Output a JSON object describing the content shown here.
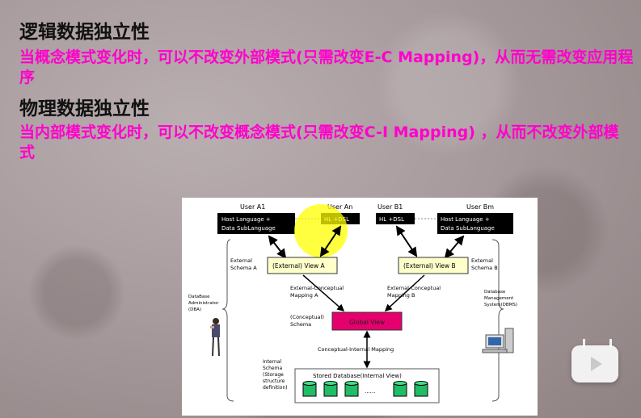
{
  "slide": {
    "heading1": "逻辑数据独立性",
    "para1": "当概念模式变化时，可以不改变外部模式(只需改变E-C Mapping)，从而无需改变应用程序",
    "heading2": "物理数据独立性",
    "para2": "当内部模式变化时，可以不改变概念模式(只需改变C-I Mapping) ，从而不改变外部模式"
  },
  "diagram": {
    "user_a1": "User A1",
    "user_an": "User An",
    "user_b1": "User B1",
    "user_bm": "User Bm",
    "host_a_l1": "Host Language +",
    "host_a_l2": "Data SubLanguage",
    "hl_dsl_a": "HL +DSL",
    "hl_dsl_b": "HL +DSL",
    "host_b_l1": "Host Language +",
    "host_b_l2": "Data SubLanguage",
    "ext_schema_a_l1": "External",
    "ext_schema_a_l2": "Schema  A",
    "ext_view_a": "(External)  View  A",
    "ext_view_b": "(External)  View  B",
    "ext_schema_b_l1": "External",
    "ext_schema_b_l2": "Schema  B",
    "ec_map_a_l1": "External-Conceptual",
    "ec_map_a_l2": "Mapping A",
    "ec_map_b_l1": "External-Conceptual",
    "ec_map_b_l2": "Mapping B",
    "dba_l1": "DataBase",
    "dba_l2": "Administrator",
    "dba_l3": "(DBA)",
    "dbms_l1": "Database",
    "dbms_l2": "Management",
    "dbms_l3": "System(DBMS)",
    "concept_schema_l1": "(Conceptual)",
    "concept_schema_l2": "Schema",
    "global_view": "Global View",
    "ci_mapping": "Conceptual-Internal Mapping",
    "internal_l1": "Internal",
    "internal_l2": "Schema",
    "internal_l3": "(Storage",
    "internal_l4": "structure",
    "internal_l5": "definition)",
    "stored_db": "Stored Database(Internal View)",
    "dots": "......",
    "colors": {
      "global_view_fill": "#e6006e",
      "view_fill": "#ffffcc",
      "black_box": "#000000",
      "db_cylinder": "#22bb66",
      "highlight": "#ffff00"
    }
  },
  "player_icon": "bilibili-play-icon"
}
